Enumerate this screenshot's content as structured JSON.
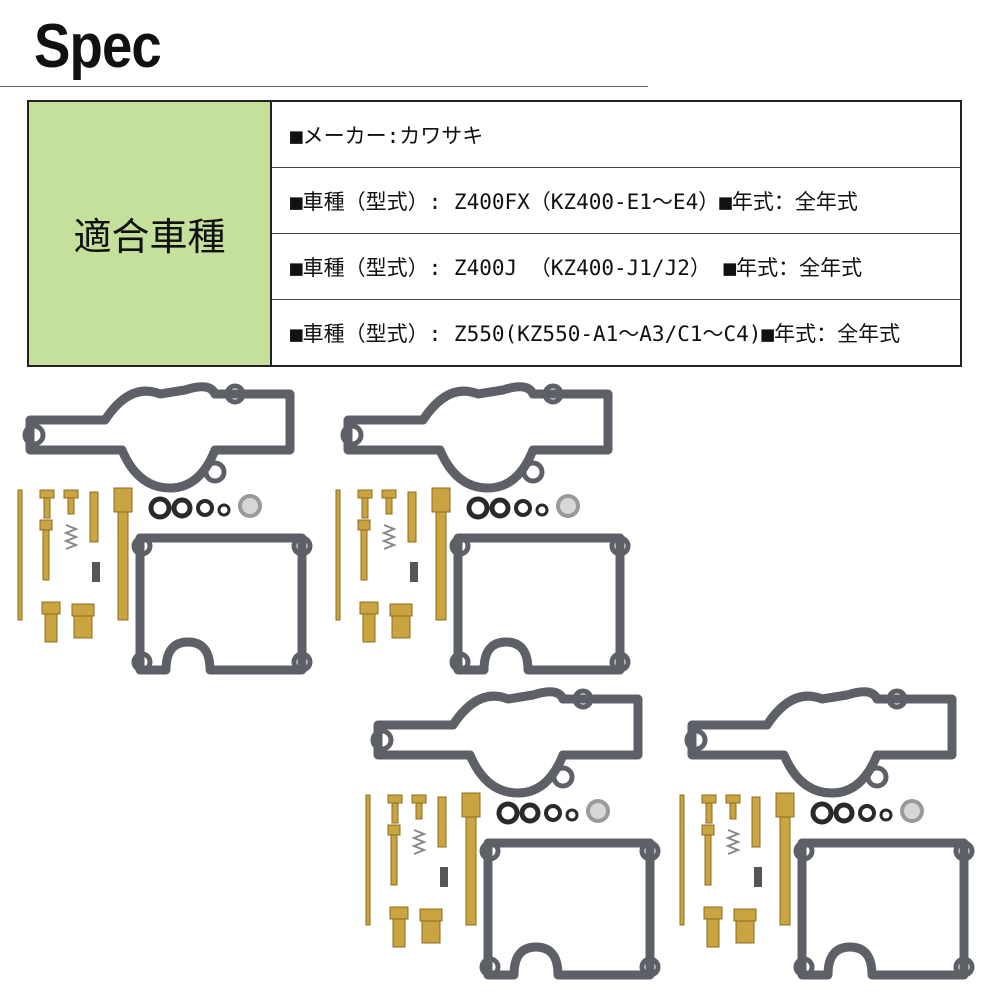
{
  "header": {
    "title": "Spec"
  },
  "spec_table": {
    "heading": "適合車種",
    "rows": [
      "■メーカー:カワサキ",
      "■車種（型式）: Z400FX（KZ400-E1～E4）■年式：全年式",
      "■車種（型式）: Z400J （KZ400-J1/J2） ■年式：全年式",
      "■車種（型式）: Z550(KZ550-A1～A3/C1～C4)■年式：全年式"
    ]
  },
  "colors": {
    "heading_bg": "#c5e09a",
    "gasket": "#5d6066",
    "brass": "#c9a441",
    "o_ring": "#2a2a2a"
  },
  "product_images": {
    "kit_count": 4,
    "icon": "carburetor-rebuild-kit"
  }
}
